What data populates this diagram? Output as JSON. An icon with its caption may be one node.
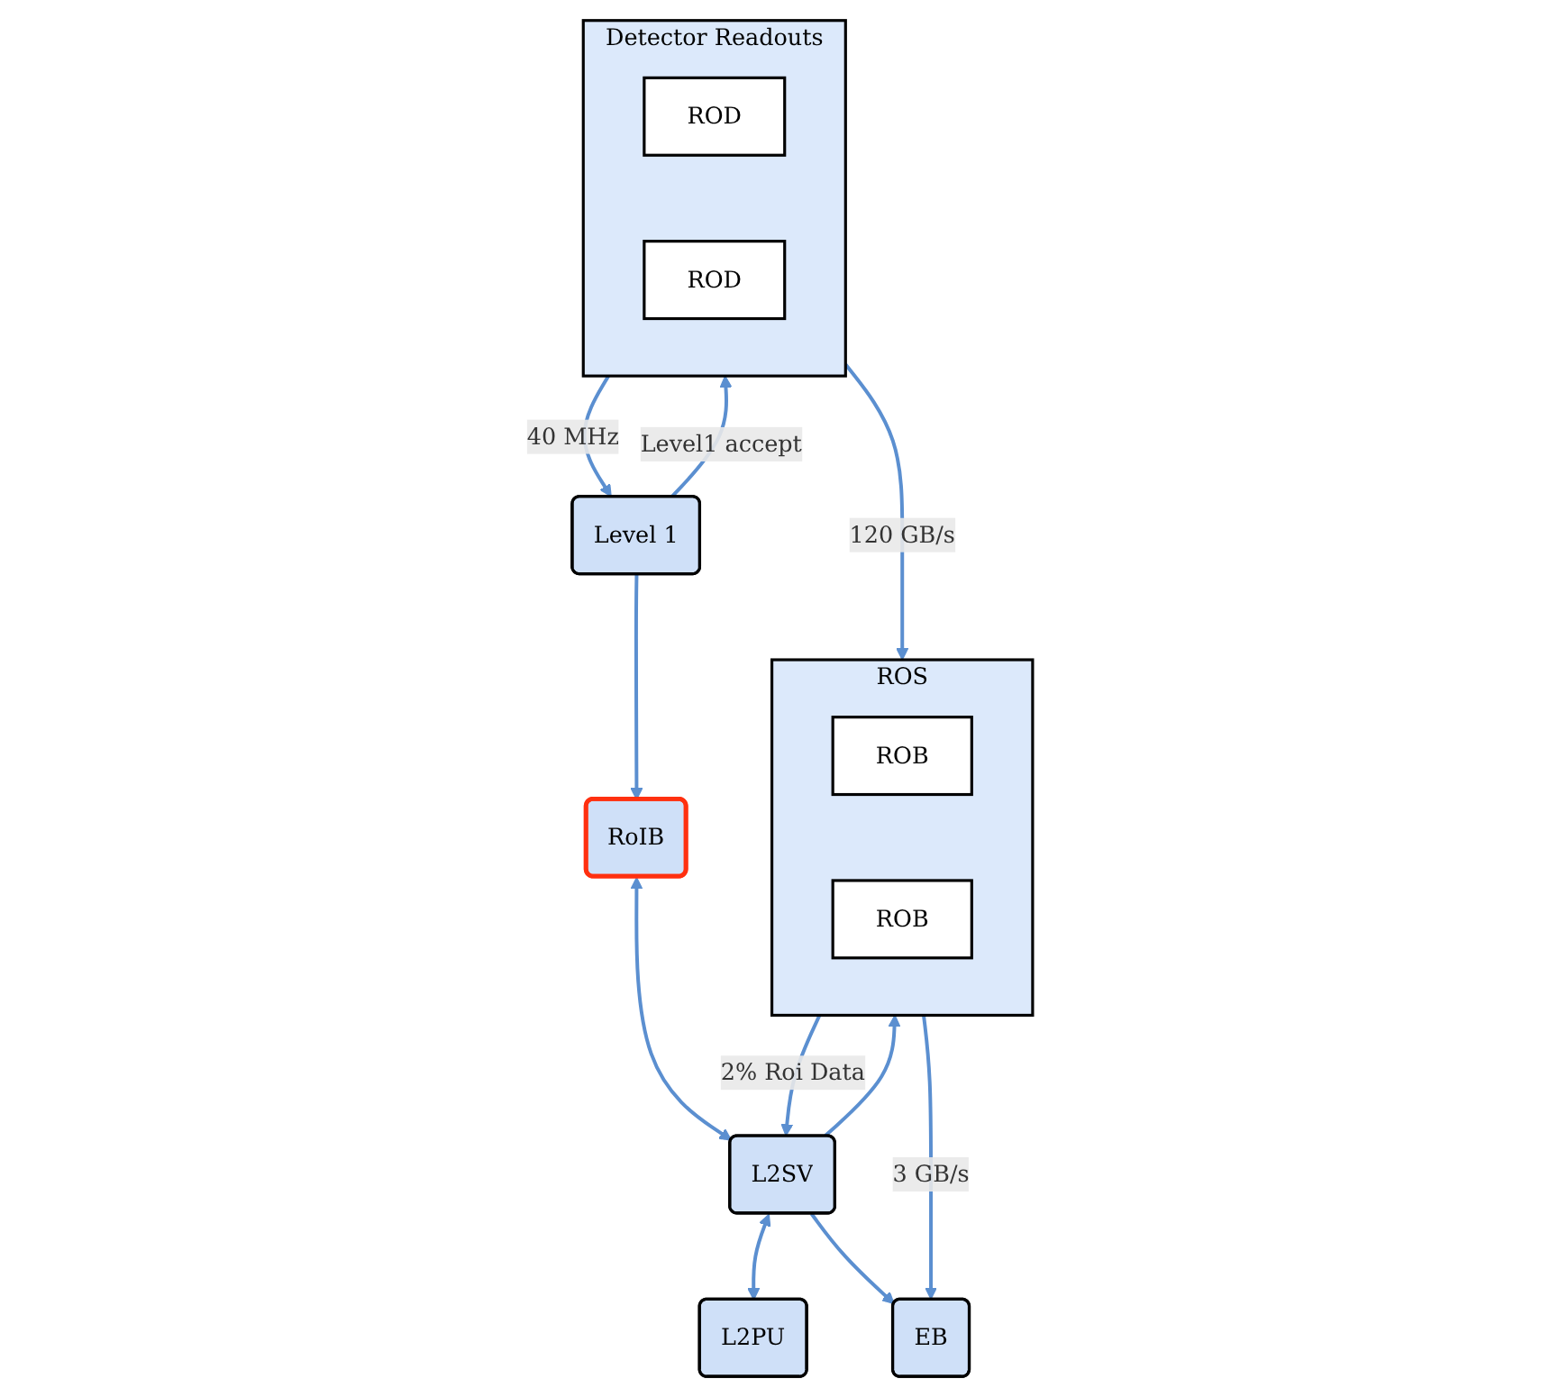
{
  "diagram": {
    "nodes": [
      {
        "text": [
          "Level 1"
        ]
      },
      {
        "text": [
          "Detector Readouts"
        ]
      },
      {
        "text": [
          "ROD"
        ],
        "in": 1
      },
      {
        "text": [
          "ROD"
        ],
        "in": 1
      },
      {
        "text": [
          "RoIB"
        ]
      },
      {
        "text": [
          "L2SV"
        ]
      },
      {
        "text": [
          "ROS"
        ]
      },
      {
        "text": [
          "ROB"
        ],
        "in": 6
      },
      {
        "text": [
          "ROB"
        ],
        "in": 6
      },
      {
        "text": [
          "L2PU"
        ]
      },
      {
        "text": [
          "EB"
        ]
      }
    ],
    "edges": [
      {
        "from": 1,
        "to": 0,
        "arrow": "to",
        "label": "40 MHz"
      },
      {
        "from": 0,
        "to": 1,
        "arrow": "to",
        "label": "Level1 accept"
      },
      {
        "from": 0,
        "to": 4,
        "arrow": "to"
      },
      {
        "from": 4,
        "to": 5,
        "arrow": "both"
      },
      {
        "from": 1,
        "to": 6,
        "arrow": "to",
        "label": "120 GB/s"
      },
      {
        "from": 5,
        "to": 6,
        "arrow": "to"
      },
      {
        "from": 6,
        "to": 5,
        "arrow": "to",
        "label": "2% Roi Data"
      },
      {
        "from": 5,
        "to": 9,
        "arrow": "both"
      },
      {
        "from": 6,
        "to": 10,
        "arrow": "to",
        "label": "3 GB/s"
      },
      {
        "from": 5,
        "to": 10,
        "arrow": "to"
      }
    ]
  }
}
